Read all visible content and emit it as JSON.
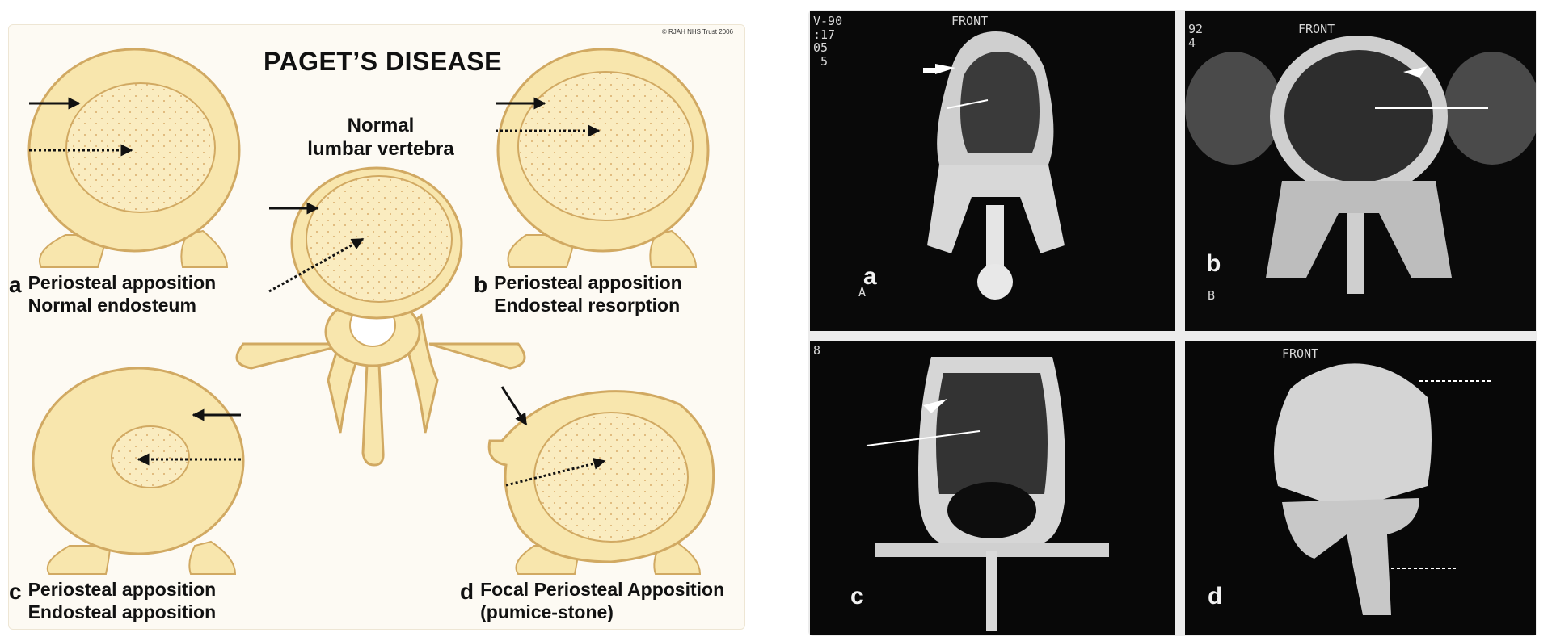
{
  "diagram": {
    "title": "PAGET’S DISEASE",
    "copyright": "© RJAH NHS Trust 2006",
    "center_label_line1": "Normal",
    "center_label_line2": "lumbar vertebra",
    "captions": [
      {
        "letter": "a",
        "line1": "Periosteal apposition",
        "line2": "Normal endosteum"
      },
      {
        "letter": "b",
        "line1": "Periosteal apposition",
        "line2": "Endosteal resorption"
      },
      {
        "letter": "c",
        "line1": "Periosteal apposition",
        "line2": "Endosteal apposition"
      },
      {
        "letter": "d",
        "line1": "Focal Periosteal Apposition",
        "line2": "(pumice-stone)"
      }
    ],
    "colors": {
      "bone_fill": "#f8e6ad",
      "bone_stroke": "#d1a962",
      "inner_fill": "#faecc0",
      "arrow": "#111111"
    }
  },
  "scans": [
    {
      "letter": "a",
      "overlay_top_left": "V-90\n:17\n05\n 5",
      "overlay_front": "FRONT",
      "overlay_sub": "A"
    },
    {
      "letter": "b",
      "overlay_top_left": "92\n4",
      "overlay_front": "FRONT",
      "overlay_sub": "B"
    },
    {
      "letter": "c",
      "overlay_top_left": "8",
      "overlay_front": "",
      "overlay_sub": ""
    },
    {
      "letter": "d",
      "overlay_top_left": "",
      "overlay_front": "FRONT",
      "overlay_sub": ""
    }
  ]
}
